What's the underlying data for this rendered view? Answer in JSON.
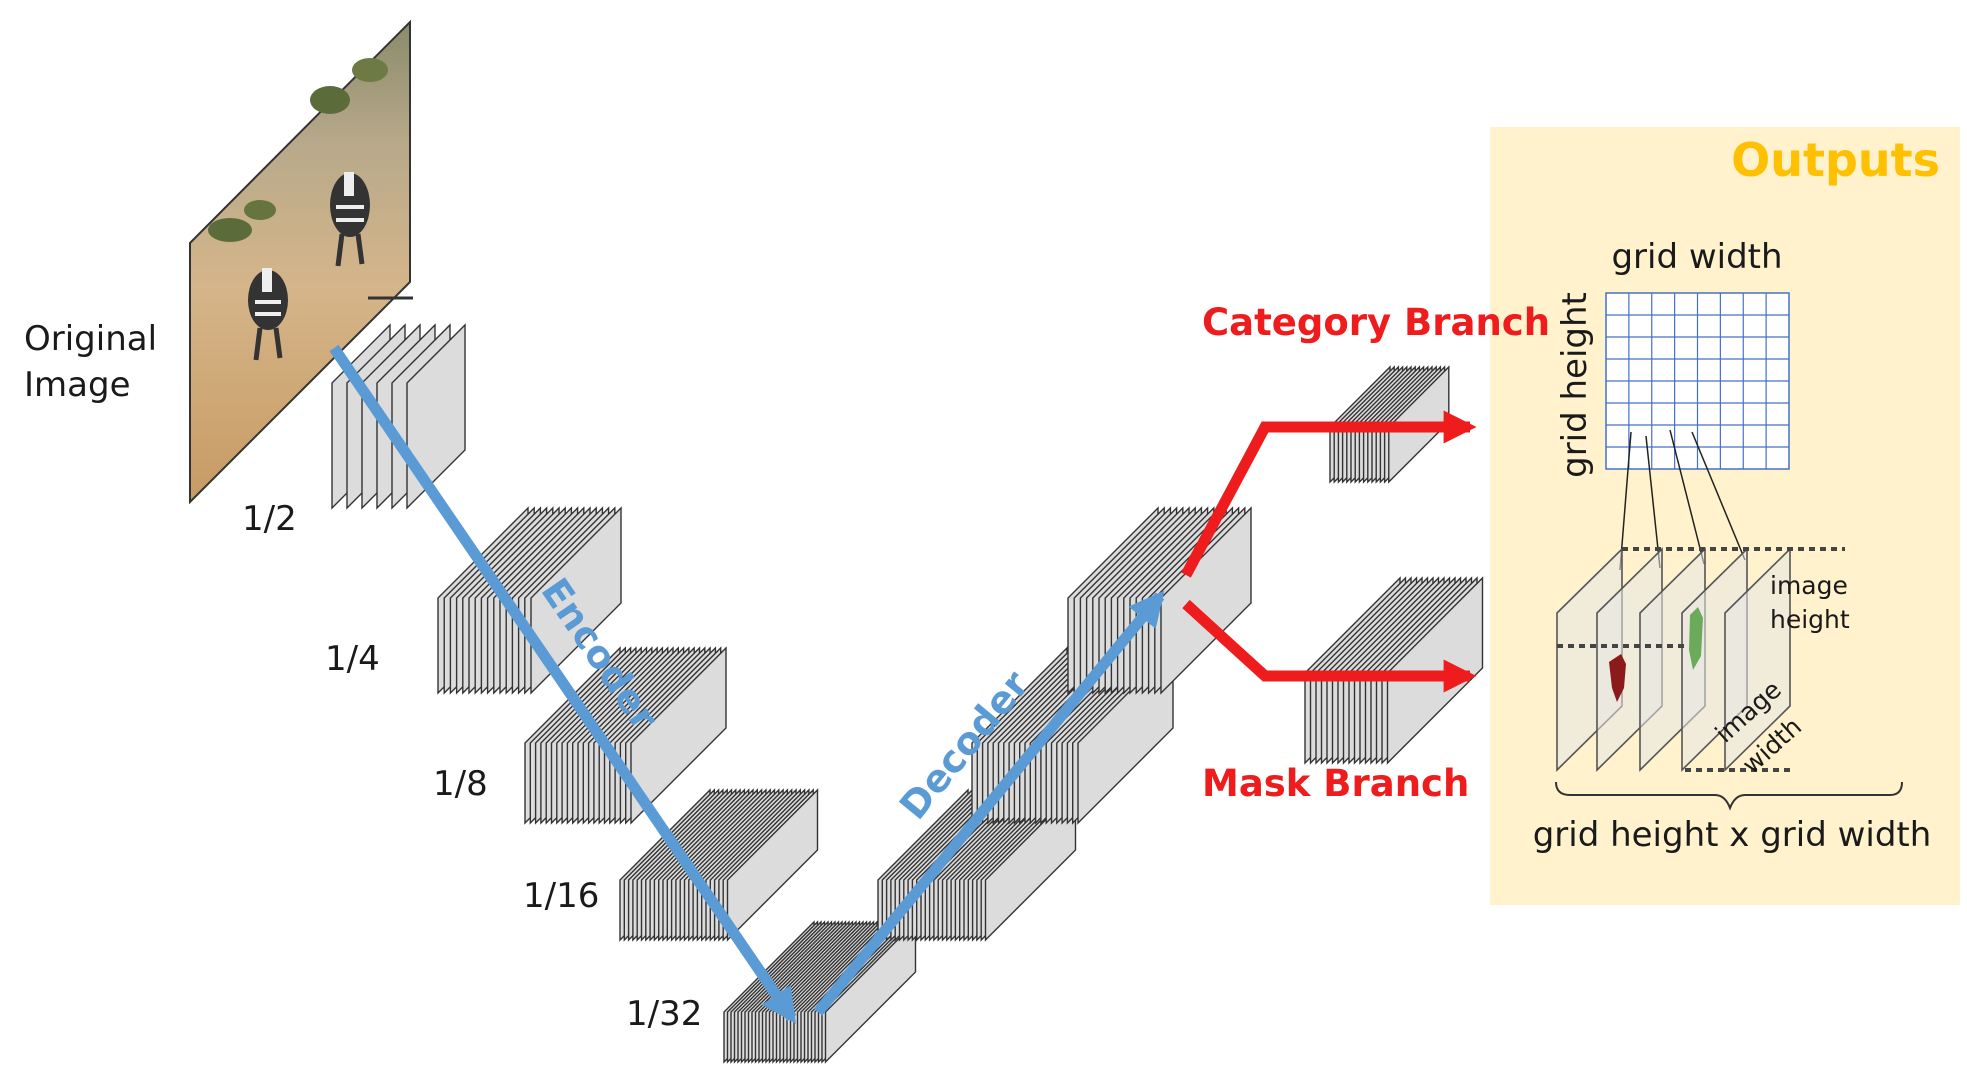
{
  "labels": {
    "original_image": [
      "Original",
      "Image"
    ],
    "scales": [
      "1/2",
      "1/4",
      "1/8",
      "1/16",
      "1/32"
    ],
    "encoder": "Encoder",
    "decoder": "Decoder",
    "category_branch": "Category Branch",
    "mask_branch": "Mask Branch"
  },
  "outputs": {
    "title": "Outputs",
    "grid_width": "grid width",
    "grid_height": "grid height",
    "image_height": [
      "image",
      "height"
    ],
    "image_width": [
      "image",
      "width"
    ],
    "product": "grid height x grid width"
  },
  "colors": {
    "encoder_arrow": "#5b9bd5",
    "decoder_arrow": "#5b9bd5",
    "branch_arrows": "#ee1c1c",
    "outputs_panel": "#fff2cc",
    "outputs_title": "#ffc000",
    "grid_lines": "#4472c4",
    "category_mask_red": "#8b1a1a",
    "category_mask_green": "#6aaa5a"
  }
}
